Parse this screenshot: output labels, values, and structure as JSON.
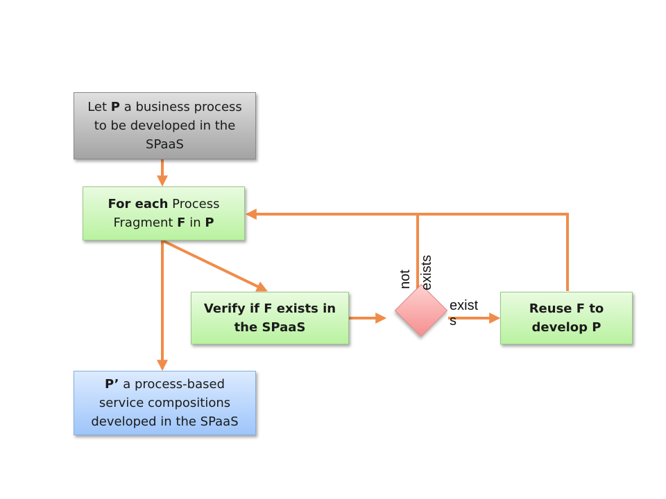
{
  "nodes": {
    "start": {
      "pre": "Let ",
      "b1": "P",
      "post": " a business process to be developed in the SPaaS"
    },
    "loop": {
      "b1": "For each",
      "mid1": " Process Fragment ",
      "b2": "F",
      "mid2": " in ",
      "b3": "P"
    },
    "verify": {
      "text": "Verify if F exists in the SPaaS"
    },
    "reuse": {
      "text": "Reuse F to develop P"
    },
    "result": {
      "b1": "P’",
      "post": " a process-based service compositions developed in the SPaaS"
    }
  },
  "labels": {
    "not": "not",
    "exists_vertical": "exists",
    "exists_line1": "exist",
    "exists_line2": "s"
  },
  "colors": {
    "arrow": "#F08C4A",
    "start_fill": "#BDBDBD",
    "process_fill": "#CCF5B8",
    "decision_fill": "#F9A8A8",
    "result_fill": "#B8D4F9"
  }
}
